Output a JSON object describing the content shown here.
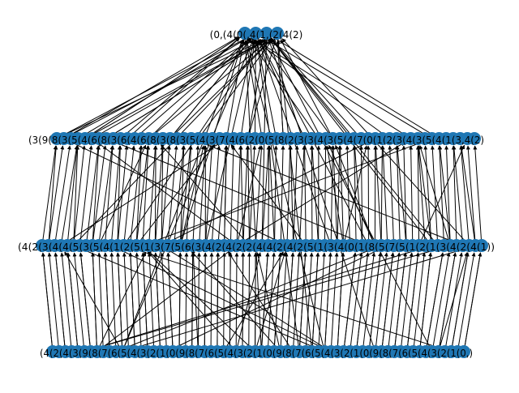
{
  "diagram": {
    "type": "layered-directed-graph",
    "edge_direction": "upward",
    "colors": {
      "node": "#1f77b4",
      "edge": "#000000",
      "label": "#000000",
      "background": "#ffffff"
    },
    "layers": [
      {
        "id": "top",
        "node_count": 4,
        "visible_label_text": "(0,(4(0(,4(1,(2(4(2)"
      },
      {
        "id": "upper",
        "node_count": 60,
        "visible_label_text": "(3(9(8(3(5(4(6(8(3(6(4(6(8(3(8(3(5(4(3(7(4(6(2(0(5(8(2(3(3(4(3(5(4(7(0(1(2(3(4(3(5(4(1(3,4(2)"
      },
      {
        "id": "middle",
        "node_count": 71,
        "visible_label_text": "(4(2(3(4(4(5(3(5(4(1(2(5(1(3(7(5(6(3(4(2(4(2(2(4(4(2(4(2(5(1(3(4(0(1(8(5(7(5(1(2(1(3(4(2(4(1))"
      },
      {
        "id": "bottom",
        "node_count": 66,
        "visible_label_text": "(4(2(4(3(9(8(7(6(5(4(3(2(1(0(9(8(7(6(5(4(3(2(1(0(9(8(7(6(5(4(3(2(1(0(9(8(7(6(5(4(3(2(1(0,)"
      }
    ]
  }
}
